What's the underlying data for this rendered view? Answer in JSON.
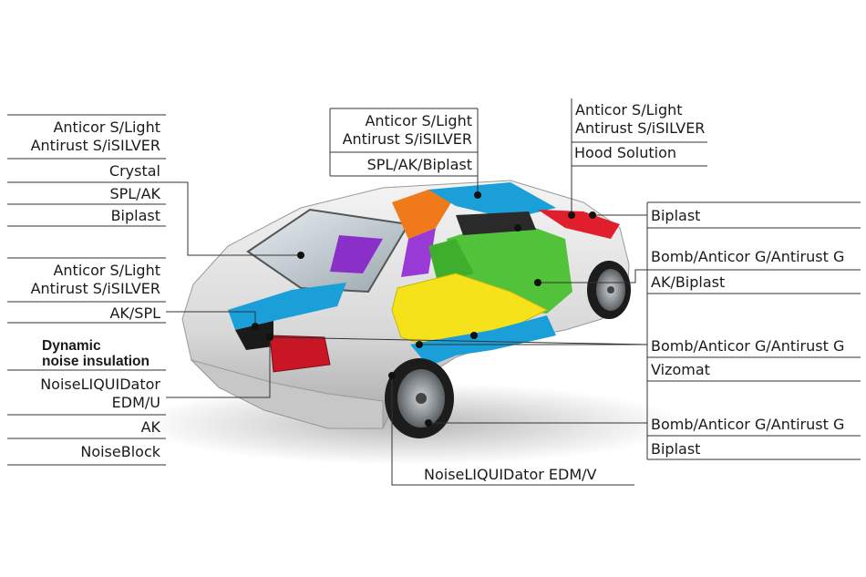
{
  "left": {
    "a1_line1": "Anticor S/Light",
    "a1_line2": "Antirust S/iSILVER",
    "crystal": "Crystal",
    "spl_ak": "SPL/AK",
    "biplast": "Biplast",
    "a2_line1": "Anticor S/Light",
    "a2_line2": "Antirust S/iSILVER",
    "ak_spl": "AK/SPL",
    "dyn_line1": "Dynamic",
    "dyn_line2": "noise insulation",
    "nl_line1": "NoiseLIQUIDator",
    "nl_line2": "EDM/U",
    "ak": "AK",
    "noiseblock": "NoiseBlock"
  },
  "top_center": {
    "line1": "Anticor S/Light",
    "line2": "Antirust S/iSILVER",
    "line3": "SPL/AK/Biplast"
  },
  "top_right": {
    "line1": "Anticor S/Light",
    "line2": "Antirust S/iSILVER",
    "line3": "Hood Solution"
  },
  "right": {
    "biplast_1": "Biplast",
    "bomb_1": "Bomb/Anticor G/Antirust G",
    "ak_biplast": "AK/Biplast",
    "bomb_2": "Bomb/Anticor G/Antirust G",
    "vizomat": "Vizomat",
    "bomb_3": "Bomb/Anticor G/Antirust G",
    "biplast_2": "Biplast"
  },
  "bottom": {
    "edmv": "NoiseLIQUIDator EDM/V"
  },
  "colors": {
    "zone_blue": "#1a9fd8",
    "zone_yellow": "#f5e21a",
    "zone_green": "#52c23a",
    "zone_purple": "#8b2fc9",
    "zone_orange": "#f07a1a",
    "zone_red": "#e01e2c",
    "line": "#333333"
  }
}
